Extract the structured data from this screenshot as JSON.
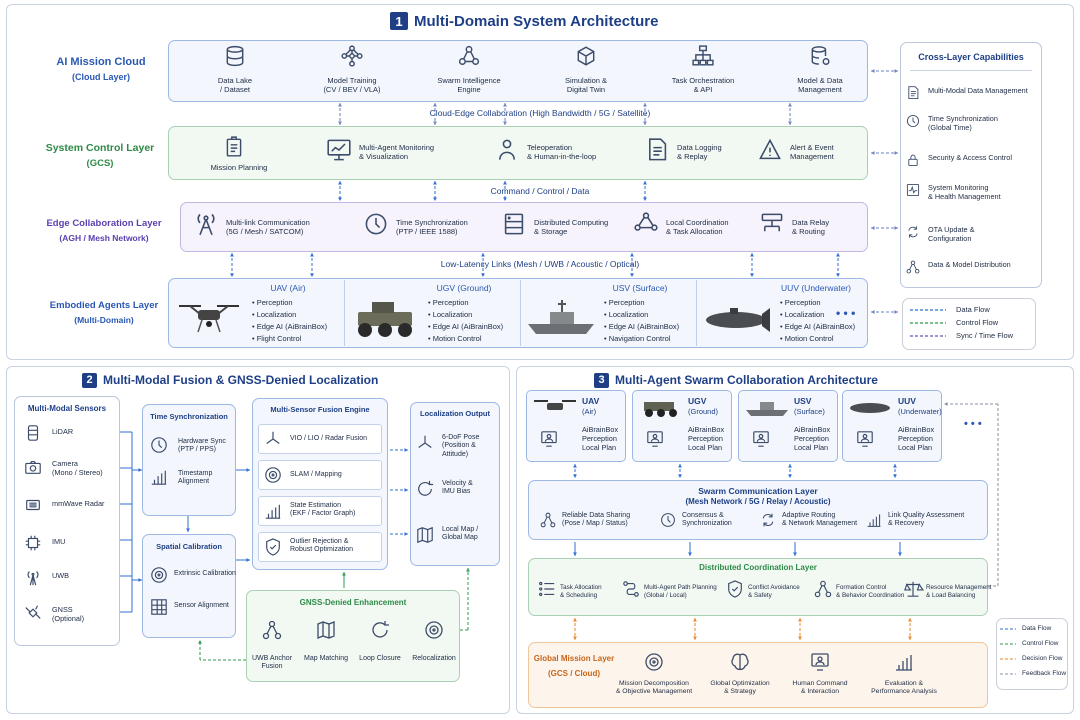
{
  "s1": {
    "num": "1",
    "title": "Multi-Domain System Architecture"
  },
  "cloud": {
    "name": "AI Mission Cloud",
    "sub": "(Cloud Layer)",
    "items": [
      "Data Lake\n/ Dataset",
      "Model Training\n(CV / BEV / VLA)",
      "Swarm Intelligence\nEngine",
      "Simulation &\nDigital Twin",
      "Task Orchestration\n& API",
      "Model & Data\nManagement"
    ]
  },
  "link1": "Cloud-Edge Collaboration (High Bandwidth / 5G / Satellite)",
  "gcs": {
    "name": "System Control Layer",
    "sub": "(GCS)",
    "items": [
      "Mission Planning",
      "Multi-Agent Monitoring\n& Visualization",
      "Teleoperation\n& Human-in-the-loop",
      "Data Logging\n& Replay",
      "Alert & Event\nManagement"
    ]
  },
  "link2": "Command / Control / Data",
  "edge": {
    "name": "Edge Collaboration Layer",
    "sub": "(AGH / Mesh Network)",
    "items": [
      "Multi-link Communication\n(5G / Mesh / SATCOM)",
      "Time Synchronization\n(PTP / IEEE 1588)",
      "Distributed Computing\n& Storage",
      "Local Coordination\n& Task Allocation",
      "Data Relay\n& Routing"
    ]
  },
  "link3": "Low-Latency Links (Mesh / UWB / Acoustic / Optical)",
  "agents": {
    "name": "Embodied Agents Layer",
    "sub": "(Multi-Domain)",
    "more": "• • •",
    "units": [
      {
        "title": "UAV (Air)",
        "bul": [
          "Perception",
          "Localization",
          "Edge AI (AiBrainBox)",
          "Flight Control"
        ]
      },
      {
        "title": "UGV (Ground)",
        "bul": [
          "Perception",
          "Localization",
          "Edge AI (AiBrainBox)",
          "Motion Control"
        ]
      },
      {
        "title": "USV (Surface)",
        "bul": [
          "Perception",
          "Localization",
          "Edge AI (AiBrainBox)",
          "Navigation Control"
        ]
      },
      {
        "title": "UUV (Underwater)",
        "bul": [
          "Perception",
          "Localization",
          "Edge AI (AiBrainBox)",
          "Motion Control"
        ]
      }
    ]
  },
  "cross": {
    "title": "Cross-Layer Capabilities",
    "items": [
      "Multi-Modal Data Management",
      "Time Synchronization\n(Global Time)",
      "Security & Access Control",
      "System Monitoring\n& Health Management",
      "OTA Update &\nConfiguration",
      "Data & Model Distribution"
    ]
  },
  "legend1": [
    "Data Flow",
    "Control Flow",
    "Sync / Time Flow"
  ],
  "s2": {
    "num": "2",
    "title": "Multi-Modal Fusion & GNSS-Denied Localization"
  },
  "sensors": {
    "title": "Multi-Modal Sensors",
    "items": [
      "LiDAR",
      "Camera\n(Mono / Stereo)",
      "mmWave Radar",
      "IMU",
      "UWB",
      "GNSS\n(Optional)"
    ]
  },
  "tsync": {
    "title": "Time Synchronization",
    "items": [
      "Hardware Sync\n(PTP / PPS)",
      "Timestamp\nAlignment"
    ]
  },
  "scal": {
    "title": "Spatial Calibration",
    "items": [
      "Extrinsic Calibration",
      "Sensor Alignment"
    ]
  },
  "fusion": {
    "title": "Multi-Sensor Fusion Engine",
    "items": [
      "VIO / LIO / Radar Fusion",
      "SLAM / Mapping",
      "State Estimation\n(EKF / Factor Graph)",
      "Outlier Rejection &\nRobust Optimization"
    ]
  },
  "locout": {
    "title": "Localization Output",
    "items": [
      "6-DoF Pose\n(Position & Attitude)",
      "Velocity &\nIMU Bias",
      "Local Map /\nGlobal Map"
    ]
  },
  "gnss": {
    "title": "GNSS-Denied Enhancement",
    "items": [
      "UWB Anchor\nFusion",
      "Map Matching",
      "Loop Closure",
      "Relocalization"
    ]
  },
  "s3": {
    "num": "3",
    "title": "Multi-Agent Swarm Collaboration Architecture"
  },
  "swarmAgents": [
    {
      "name": "UAV",
      "dom": "(Air)",
      "lines": "AiBrainBox\nPerception\nLocal Plan"
    },
    {
      "name": "UGV",
      "dom": "(Ground)",
      "lines": "AiBrainBox\nPerception\nLocal Plan"
    },
    {
      "name": "USV",
      "dom": "(Surface)",
      "lines": "AiBrainBox\nPerception\nLocal Plan"
    },
    {
      "name": "UUV",
      "dom": "(Underwater)",
      "lines": "AiBrainBox\nPerception\nLocal Plan"
    }
  ],
  "swarmMore": "• • •",
  "comm": {
    "title": "Swarm Communication Layer",
    "sub": "(Mesh Network / 5G / Relay / Acoustic)",
    "items": [
      "Reliable Data Sharing\n(Pose / Map / Status)",
      "Consensus &\nSynchronization",
      "Adaptive Routing\n& Network Management",
      "Link Quality Assessment\n& Recovery"
    ]
  },
  "coord": {
    "title": "Distributed Coordination Layer",
    "items": [
      "Task Allocation\n& Scheduling",
      "Multi-Agent Path Planning\n(Global / Local)",
      "Conflict Avoidance\n& Safety",
      "Formation Control\n& Behavior Coordination",
      "Resource Management\n& Load Balancing"
    ]
  },
  "gml": {
    "title": "Global Mission Layer",
    "sub": "(GCS / Cloud)",
    "items": [
      "Mission Decomposition\n& Objective Management",
      "Global Optimization\n& Strategy",
      "Human Command\n& Interaction",
      "Evaluation &\nPerformance Analysis"
    ]
  },
  "legend3": [
    "Data Flow",
    "Control Flow",
    "Decision Flow",
    "Feedback Flow"
  ],
  "colors": {
    "blue": "#2f6fd6",
    "green": "#2e9a4e",
    "orange": "#e8872b",
    "gray": "#8a93a3",
    "purple": "#6a4fc4",
    "navy": "#1e3f86"
  }
}
